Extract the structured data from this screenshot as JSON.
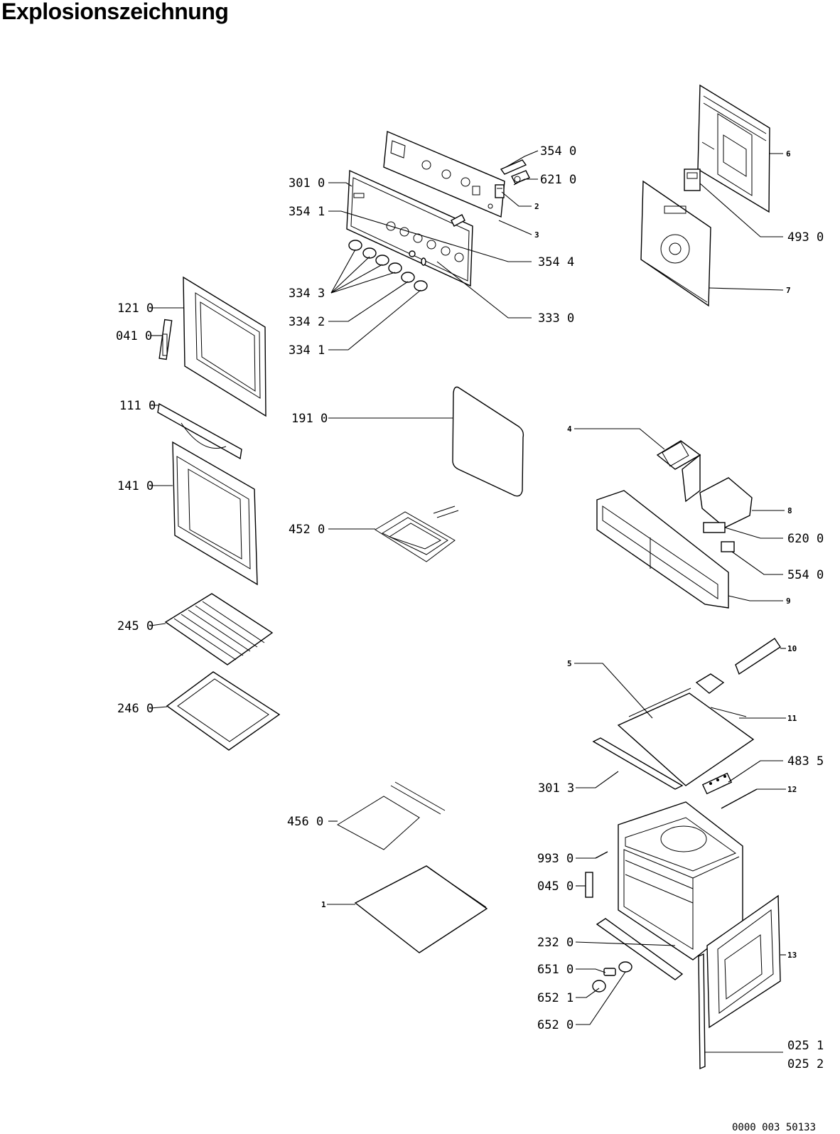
{
  "title": "Explosionszeichnung",
  "document_number": "0000 003 50133",
  "labels": {
    "l3540": "354 0",
    "l6210": "621 0",
    "l2": "2",
    "l3010": "301 0",
    "l3541": "354 1",
    "l3": "3",
    "l3544": "354 4",
    "l3343": "334 3",
    "l3342": "334 2",
    "l3341": "334 1",
    "l3330": "333 0",
    "l1210": "121 0",
    "l0410": "041 0",
    "l6": "6",
    "l4930": "493 0",
    "l7": "7",
    "l1110": "111 0",
    "l1910": "191 0",
    "l1410": "141 0",
    "l4520": "452 0",
    "l4": "4",
    "l8": "8",
    "l6200": "620 0",
    "l5540": "554 0",
    "l9": "9",
    "l2450": "245 0",
    "l2460": "246 0",
    "l10": "10",
    "l5": "5",
    "l11": "11",
    "l4835": "483 5",
    "l3013": "301 3",
    "l12": "12",
    "l4560": "456 0",
    "l9930": "993 0",
    "l0450": "045 0",
    "l1": "1",
    "l2320": "232 0",
    "l13": "13",
    "l6510": "651 0",
    "l6521": "652 1",
    "l6520": "652 0",
    "l0251": "025 1",
    "l0252": "025 2"
  }
}
